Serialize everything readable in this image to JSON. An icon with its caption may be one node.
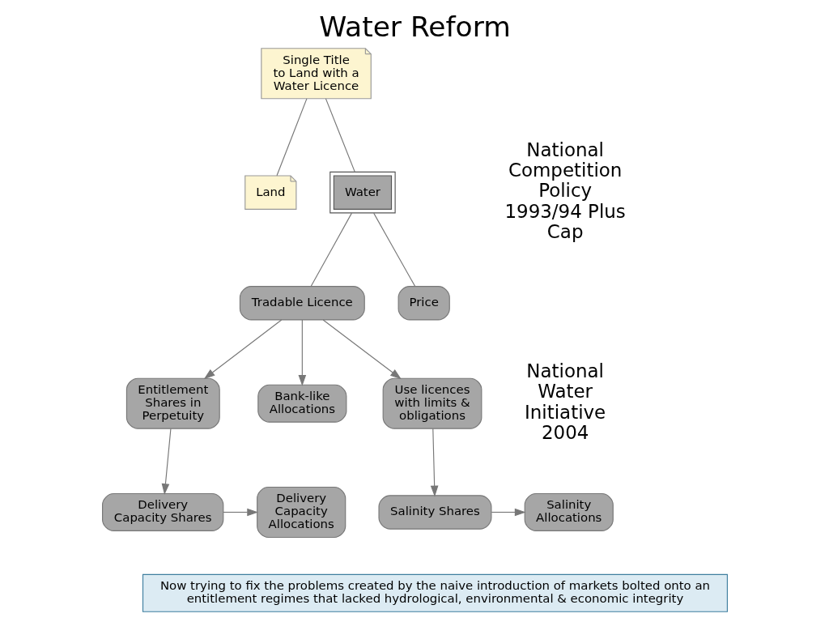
{
  "diagram": {
    "title": "Water Reform",
    "nodes": [
      {
        "text": [
          "Single Title to Land with a Water Licence"
        ]
      },
      {
        "text": [
          "Land"
        ]
      },
      {
        "text": [
          "Water"
        ]
      },
      {
        "text": [
          "Tradable Licence"
        ]
      },
      {
        "text": [
          "Price"
        ]
      },
      {
        "text": [
          "Entitlement Shares in Perpetuity"
        ]
      },
      {
        "text": [
          "Bank-like Allocations"
        ]
      },
      {
        "text": [
          "Use licences with limits & obligations"
        ]
      },
      {
        "text": [
          "Delivery Capacity Shares"
        ]
      },
      {
        "text": [
          "Delivery Capacity Allocations"
        ]
      },
      {
        "text": [
          "Salinity Shares"
        ]
      },
      {
        "text": [
          "Salinity Allocations"
        ]
      },
      {
        "text": [
          "Now trying to fix the problems created by the naive introduction of markets bolted onto an entitlement regimes that lacked hydrological, environmental & economic integrity"
        ]
      }
    ],
    "edges": [
      {
        "from": 0,
        "to": 1,
        "arrow": "none"
      },
      {
        "from": 0,
        "to": 2,
        "arrow": "none"
      },
      {
        "from": 2,
        "to": 3,
        "arrow": "none"
      },
      {
        "from": 2,
        "to": 4,
        "arrow": "none"
      },
      {
        "from": 3,
        "to": 5,
        "arrow": "to"
      },
      {
        "from": 3,
        "to": 6,
        "arrow": "to"
      },
      {
        "from": 3,
        "to": 7,
        "arrow": "to"
      },
      {
        "from": 5,
        "to": 8,
        "arrow": "to"
      },
      {
        "from": 8,
        "to": 9,
        "arrow": "to"
      },
      {
        "from": 7,
        "to": 10,
        "arrow": "to"
      },
      {
        "from": 10,
        "to": 11,
        "arrow": "to"
      }
    ],
    "labels": [
      "National Competition Policy 1993/94 Plus Cap",
      "National Water Initiative 2004"
    ]
  }
}
